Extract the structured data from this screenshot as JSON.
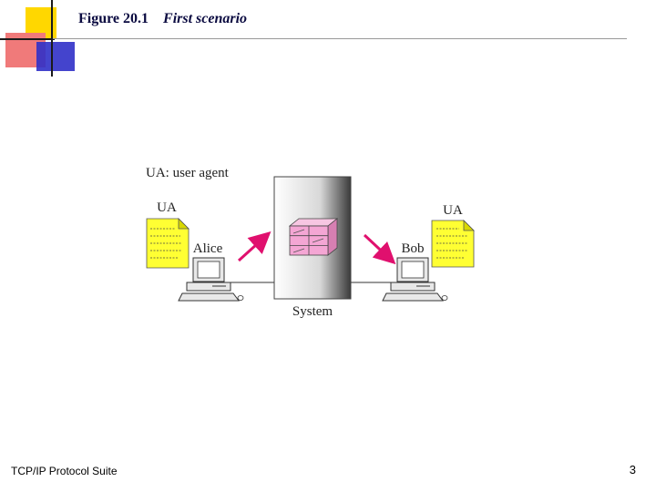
{
  "slide": {
    "figure_number": "Figure 20.1",
    "figure_caption": "First scenario",
    "footer": "TCP/IP Protocol Suite",
    "page_number": "3"
  },
  "diagram": {
    "legend": "UA: user agent",
    "left_agent_label": "UA",
    "right_agent_label": "UA",
    "left_user": "Alice",
    "right_user": "Bob",
    "system_label": "System",
    "colors": {
      "note": "#ffff33",
      "mailbox": "#f4a6d4",
      "arrow": "#e0106e",
      "accent_yellow": "#ffd700",
      "accent_red": "#e8443c",
      "accent_blue": "#3030c8"
    }
  }
}
